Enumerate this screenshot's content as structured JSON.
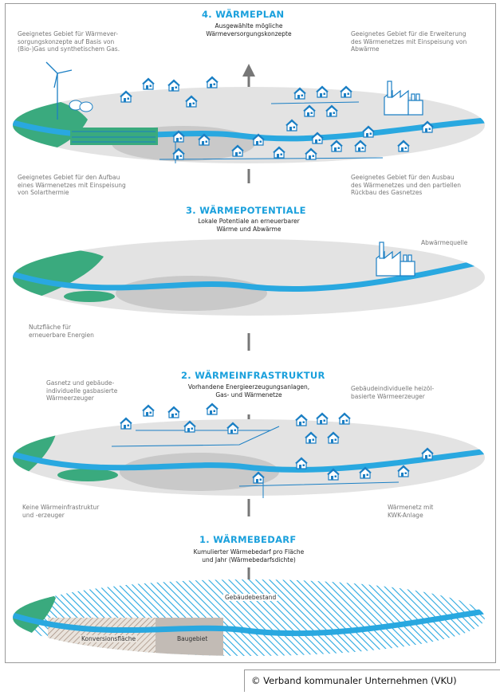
{
  "stages": {
    "s4": {
      "title": "4. WÄRMEPLAN",
      "subtitle_1": "Ausgewählte mögliche",
      "subtitle_2": "Wärmeversorgungskonzepte",
      "tl": [
        "Geeignetes Gebiet für Wärmever-",
        "sorgungskonzepte auf Basis von",
        "(Bio-)Gas und synthetischem Gas."
      ],
      "tr": [
        "Geeignetes Gebiet für die Erweiterung",
        "des Wärmenetzes mit Einspeisung von",
        "Abwärme"
      ],
      "bl": [
        "Geeignetes Gebiet für den Aufbau",
        "eines Wärmenetzes mit Einspeisung",
        "von Solarthermie"
      ],
      "br": [
        "Geeignetes Gebiet für den Ausbau",
        "des Wärmenetzes und den partiellen",
        "Rückbau des Gasnetzes"
      ]
    },
    "s3": {
      "title": "3. WÄRMEPOTENTIALE",
      "subtitle_1": "Lokale Potentiale an erneuerbarer",
      "subtitle_2": "Wärme und Abwärme",
      "tr": [
        "Abwärmequelle"
      ],
      "bl": [
        "Nutzfläche für",
        "erneuerbare Energien"
      ]
    },
    "s2": {
      "title": "2. WÄRMEINFRASTRUKTUR",
      "subtitle_1": "Vorhandene Energieerzeugungsanlagen,",
      "subtitle_2": "Gas- und Wärmenetze",
      "tl": [
        "Gasnetz und gebäude-",
        "individuelle gasbasierte",
        "Wärmeerzeuger"
      ],
      "tr": [
        "Gebäudeindividuelle heizöl-",
        "basierte Wärmeerzeuger"
      ],
      "bl": [
        "Keine Wärmeinfrastruktur",
        "und -erzeuger"
      ],
      "br": [
        "Wärmenetz mit",
        "KWK-Anlage"
      ]
    },
    "s1": {
      "title": "1. WÄRMEBEDARF",
      "subtitle_1": "Kumulierter Wärmebedarf pro Fläche",
      "subtitle_2": "und Jahr (Wärmebedarfsdichte)",
      "label_buildings": "Gebäudebestand",
      "label_conversion": "Konversionsfläche",
      "label_building_area": "Baugebiet"
    }
  },
  "credit": "© Verband kommunaler Unternehmen (VKU)",
  "colors": {
    "disc": "#e3e3e3",
    "green": "#3aaa7e",
    "river": "#29a8e0",
    "title": "#1aa0dc",
    "grey_area": "#c4c4c4",
    "arrow": "#777777"
  }
}
